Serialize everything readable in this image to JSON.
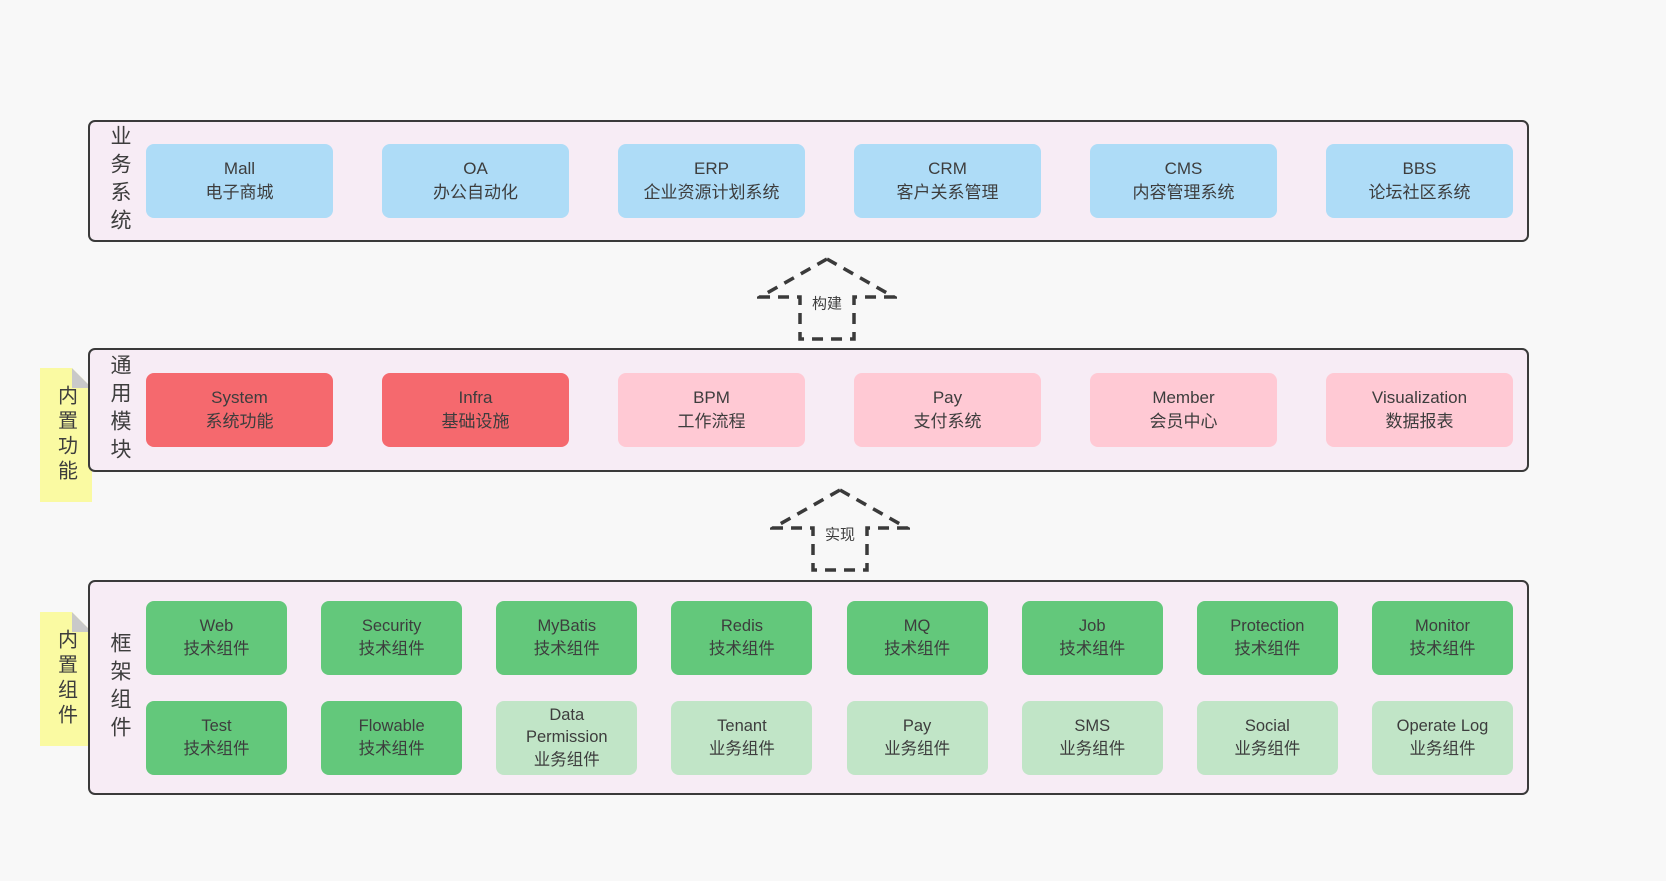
{
  "colors": {
    "page_bg": "#f8f8f8",
    "band_bg": "#f7ecf5",
    "band_border": "#3a3a3a",
    "box_blue": "#aedcf7",
    "box_red": "#f5696e",
    "box_pink": "#ffc9d4",
    "box_green": "#63c87b",
    "box_lightgreen": "#c1e5c7",
    "note_yellow": "#fafaa2",
    "fold_gray": "#c9c9c9",
    "text": "#3d3d3d"
  },
  "arrows": [
    {
      "label": "构建"
    },
    {
      "label": "实现"
    }
  ],
  "sections": [
    {
      "label": "业务系统",
      "boxes": [
        {
          "text": "Mall\n电子商城",
          "color": "blue"
        },
        {
          "text": "OA\n办公自动化",
          "color": "blue"
        },
        {
          "text": "ERP\n企业资源计划系统",
          "color": "blue"
        },
        {
          "text": "CRM\n客户关系管理",
          "color": "blue"
        },
        {
          "text": "CMS\n内容管理系统",
          "color": "blue"
        },
        {
          "text": "BBS\n论坛社区系统",
          "color": "blue"
        }
      ]
    },
    {
      "label": "通用模块",
      "note": "内置功能",
      "boxes": [
        {
          "text": "System\n系统功能",
          "color": "red"
        },
        {
          "text": "Infra\n基础设施",
          "color": "red"
        },
        {
          "text": "BPM\n工作流程",
          "color": "pink"
        },
        {
          "text": "Pay\n支付系统",
          "color": "pink"
        },
        {
          "text": "Member\n会员中心",
          "color": "pink"
        },
        {
          "text": "Visualization\n数据报表",
          "color": "pink"
        }
      ]
    },
    {
      "label": "框架组件",
      "note": "内置组件",
      "rows": [
        [
          {
            "text": "Web\n技术组件",
            "color": "green"
          },
          {
            "text": "Security\n技术组件",
            "color": "green"
          },
          {
            "text": "MyBatis\n技术组件",
            "color": "green"
          },
          {
            "text": "Redis\n技术组件",
            "color": "green"
          },
          {
            "text": "MQ\n技术组件",
            "color": "green"
          },
          {
            "text": "Job\n技术组件",
            "color": "green"
          },
          {
            "text": "Protection\n技术组件",
            "color": "green"
          },
          {
            "text": "Monitor\n技术组件",
            "color": "green"
          }
        ],
        [
          {
            "text": "Test\n技术组件",
            "color": "green"
          },
          {
            "text": "Flowable\n技术组件",
            "color": "green"
          },
          {
            "text": "Data\nPermission\n业务组件",
            "color": "lightgreen"
          },
          {
            "text": "Tenant\n业务组件",
            "color": "lightgreen"
          },
          {
            "text": "Pay\n业务组件",
            "color": "lightgreen"
          },
          {
            "text": "SMS\n业务组件",
            "color": "lightgreen"
          },
          {
            "text": "Social\n业务组件",
            "color": "lightgreen"
          },
          {
            "text": "Operate Log\n业务组件",
            "color": "lightgreen"
          }
        ]
      ]
    }
  ]
}
